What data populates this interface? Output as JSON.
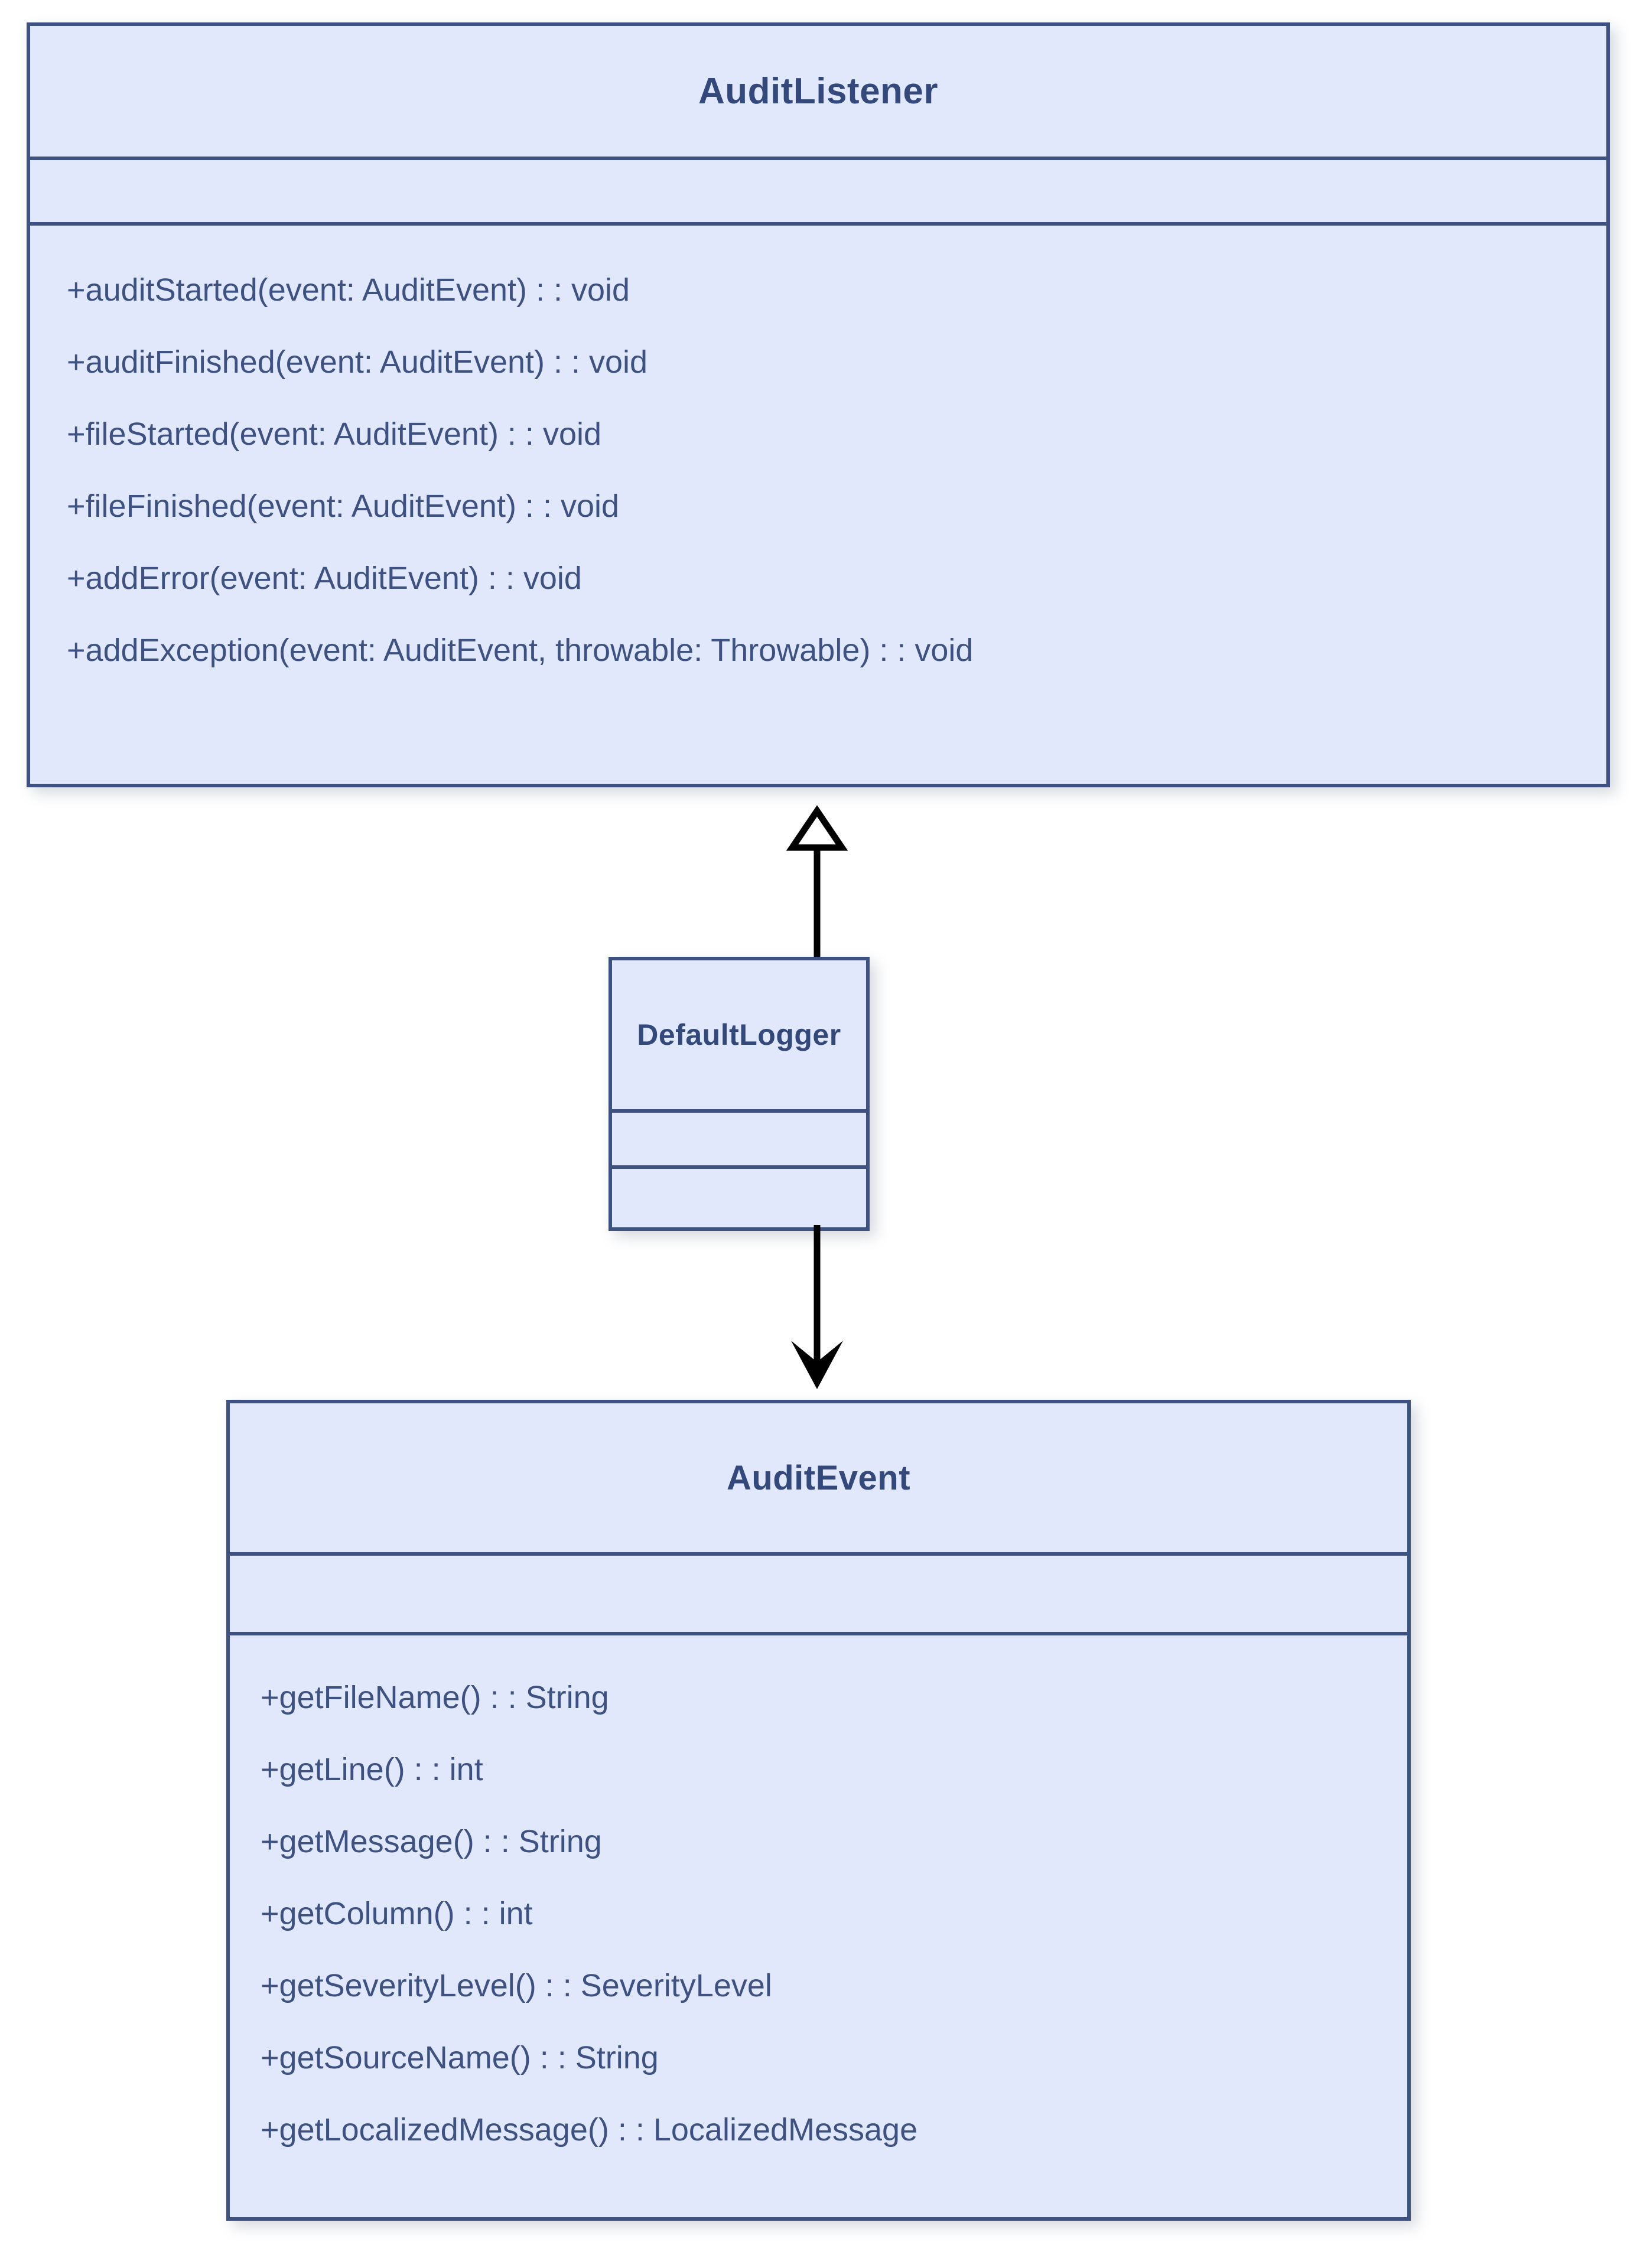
{
  "diagram": {
    "title": "AuditListener class diagram",
    "type": "uml-class-diagram",
    "colors": {
      "class_fill": "#e2e8fb",
      "class_border": "#3d5282",
      "title_text": "#33497b",
      "member_text": "#3d5282",
      "connector": "#000000",
      "background": "#ffffff"
    }
  },
  "classes": [
    {
      "id": "audit-listener",
      "name": "AuditListener",
      "attributes": [],
      "methods": [
        "+auditStarted(event: AuditEvent) : : void",
        "+auditFinished(event: AuditEvent) : : void",
        "+fileStarted(event: AuditEvent) : : void",
        "+fileFinished(event: AuditEvent) : : void",
        "+addError(event: AuditEvent) : : void",
        "+addException(event: AuditEvent, throwable: Throwable) : : void"
      ]
    },
    {
      "id": "default-logger",
      "name": "DefaultLogger",
      "attributes": [],
      "methods": []
    },
    {
      "id": "audit-event",
      "name": "AuditEvent",
      "attributes": [],
      "methods": [
        "+getFileName() : : String",
        "+getLine() : : int",
        "+getMessage() : : String",
        "+getColumn() : : int",
        "+getSeverityLevel() : : SeverityLevel",
        "+getSourceName() : : String",
        "+getLocalizedMessage() : : LocalizedMessage"
      ]
    }
  ],
  "relationships": [
    {
      "id": "generalization",
      "kind": "generalization",
      "arrowhead": "hollow-triangle",
      "from": "DefaultLogger",
      "to": "AuditListener",
      "label": ""
    },
    {
      "id": "dependency",
      "kind": "dependency",
      "arrowhead": "solid-open-arrow",
      "from": "DefaultLogger",
      "to": "AuditEvent",
      "label": ""
    }
  ]
}
